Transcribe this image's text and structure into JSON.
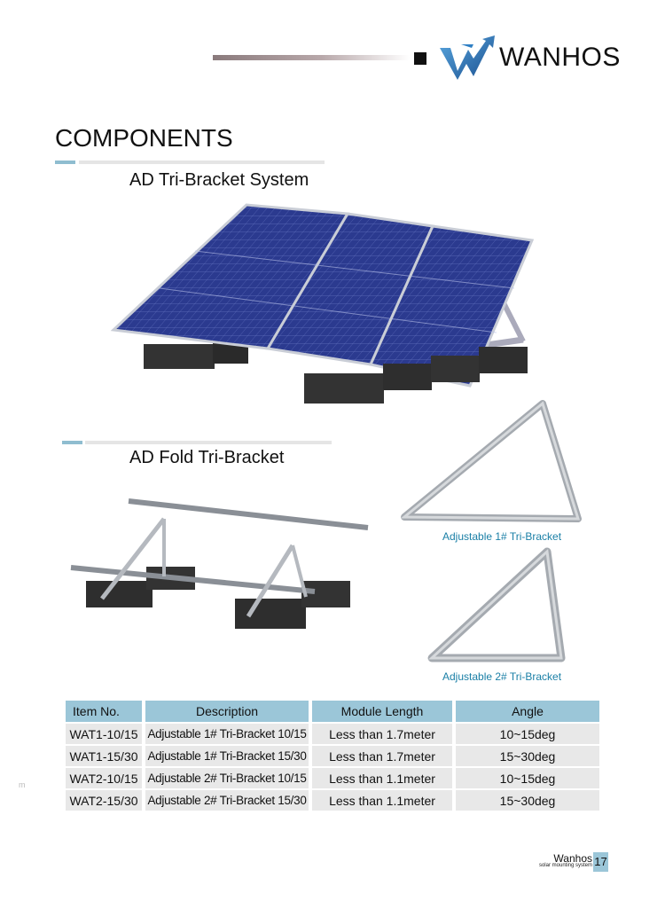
{
  "header": {
    "brand": "WANHOS",
    "logo_icon": "wanhos-w-logo-icon"
  },
  "page": {
    "title": "COMPONENTS"
  },
  "sections": [
    {
      "title": "AD Tri-Bracket System",
      "image": "solar-panel-array-tri-bracket-image"
    },
    {
      "title": "AD Fold Tri-Bracket",
      "image": "fold-tri-bracket-frame-image"
    }
  ],
  "captions": {
    "bracket1": "Adjustable 1# Tri-Bracket",
    "bracket2": "Adjustable 2# Tri-Bracket"
  },
  "table": {
    "headers": [
      "Item No.",
      "Description",
      "Module Length",
      "Angle"
    ],
    "rows": [
      [
        "WAT1-10/15",
        "Adjustable 1# Tri-Bracket 10/15",
        "Less than 1.7meter",
        "10~15deg"
      ],
      [
        "WAT1-15/30",
        "Adjustable 1# Tri-Bracket 15/30",
        "Less than 1.7meter",
        "15~30deg"
      ],
      [
        "WAT2-10/15",
        "Adjustable 2# Tri-Bracket 10/15",
        "Less than 1.1meter",
        "10~15deg"
      ],
      [
        "WAT2-15/30",
        "Adjustable 2# Tri-Bracket 15/30",
        "Less than 1.1meter",
        "15~30deg"
      ]
    ]
  },
  "margin_mark": "m",
  "footer": {
    "brand": "Wanhos",
    "subtitle": "solar mounting system",
    "page_number": "17"
  },
  "colors": {
    "accent_blue": "#9bc6d8",
    "caption_blue": "#1a7fa6",
    "logo_blue": "#1f6fb5"
  }
}
